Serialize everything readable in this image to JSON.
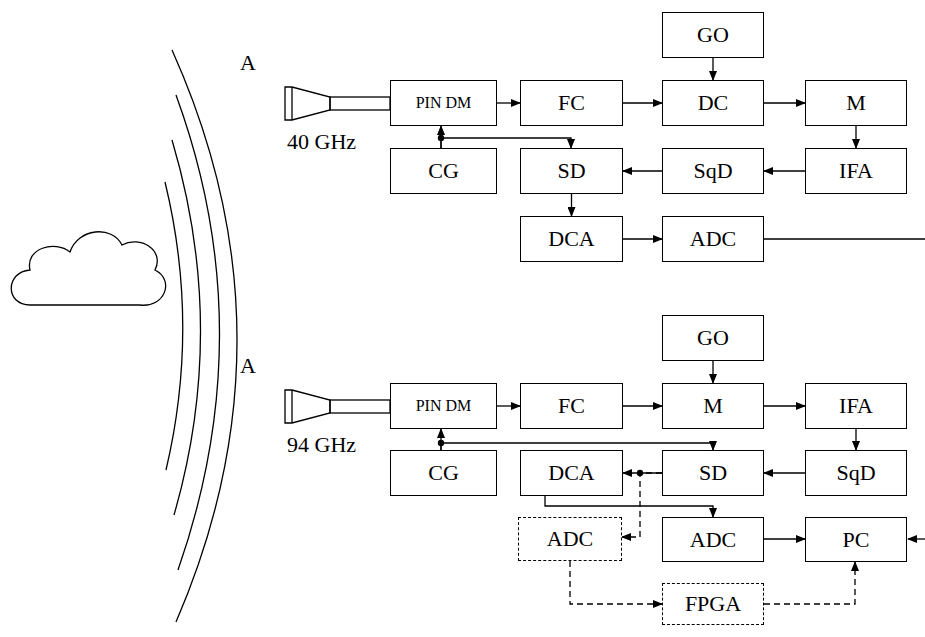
{
  "diagram": {
    "nodes": [
      {
        "text": [
          "GO"
        ]
      },
      {
        "text": [
          "PIN DM"
        ]
      },
      {
        "text": [
          "FC"
        ]
      },
      {
        "text": [
          "DC"
        ]
      },
      {
        "text": [
          "M"
        ]
      },
      {
        "text": [
          "CG"
        ]
      },
      {
        "text": [
          "SD"
        ]
      },
      {
        "text": [
          "SqD"
        ]
      },
      {
        "text": [
          "IFA"
        ]
      },
      {
        "text": [
          "DCA"
        ]
      },
      {
        "text": [
          "ADC"
        ]
      },
      {
        "text": [
          "GO"
        ]
      },
      {
        "text": [
          "PIN DM"
        ]
      },
      {
        "text": [
          "FC"
        ]
      },
      {
        "text": [
          "M"
        ]
      },
      {
        "text": [
          "IFA"
        ]
      },
      {
        "text": [
          "CG"
        ]
      },
      {
        "text": [
          "DCA"
        ]
      },
      {
        "text": [
          "SD"
        ]
      },
      {
        "text": [
          "SqD"
        ]
      },
      {
        "text": [
          "ADC"
        ]
      },
      {
        "text": [
          "ADC"
        ]
      },
      {
        "text": [
          "PC"
        ]
      },
      {
        "text": [
          "FPGA"
        ]
      }
    ],
    "edges": [
      {
        "from": 0,
        "to": 3,
        "arrow": "to"
      },
      {
        "from": 1,
        "to": 2,
        "arrow": "to"
      },
      {
        "from": 2,
        "to": 3,
        "arrow": "to"
      },
      {
        "from": 3,
        "to": 4,
        "arrow": "to"
      },
      {
        "from": 4,
        "to": 8,
        "arrow": "to"
      },
      {
        "from": 8,
        "to": 7,
        "arrow": "to"
      },
      {
        "from": 7,
        "to": 6,
        "arrow": "to"
      },
      {
        "from": 6,
        "to": 9,
        "arrow": "to"
      },
      {
        "from": 9,
        "to": 10,
        "arrow": "to"
      },
      {
        "from": 5,
        "to": 1,
        "arrow": "to"
      },
      {
        "from": 5,
        "to": 6,
        "arrow": "to"
      },
      {
        "from": 11,
        "to": 14,
        "arrow": "to"
      },
      {
        "from": 12,
        "to": 13,
        "arrow": "to"
      },
      {
        "from": 13,
        "to": 14,
        "arrow": "to"
      },
      {
        "from": 14,
        "to": 15,
        "arrow": "to"
      },
      {
        "from": 15,
        "to": 19,
        "arrow": "to"
      },
      {
        "from": 19,
        "to": 18,
        "arrow": "to"
      },
      {
        "from": 18,
        "to": 17,
        "arrow": "to"
      },
      {
        "from": 18,
        "to": 20,
        "arrow": "to"
      },
      {
        "from": 17,
        "to": 21,
        "arrow": "to"
      },
      {
        "from": 21,
        "to": 22,
        "arrow": "to"
      },
      {
        "from": 20,
        "to": 23,
        "arrow": "to"
      },
      {
        "from": 23,
        "to": 22,
        "arrow": "to"
      },
      {
        "from": 16,
        "to": 12,
        "arrow": "to"
      },
      {
        "from": 16,
        "to": 18,
        "arrow": "to"
      }
    ],
    "labels": [
      "A",
      "40 GHz",
      "A",
      "94 GHz"
    ]
  }
}
